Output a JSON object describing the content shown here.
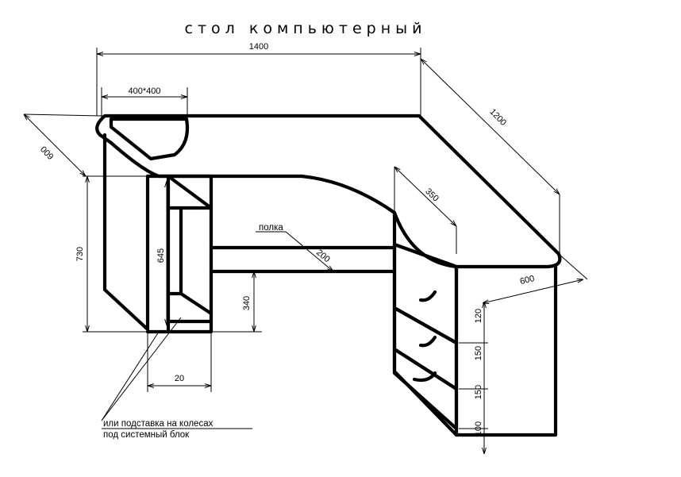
{
  "title": "стол компьютерный",
  "dimensions": {
    "total_width": "1400",
    "depth_right": "1200",
    "depth_left": "600",
    "cutout": "400*400",
    "height": "730",
    "inner_height": "645",
    "shelf_height": "340",
    "drawer_depth": "350",
    "shelf_depth": "200",
    "bottom_gap": "20",
    "pedestal_depth": "600",
    "drawer_1": "120",
    "drawer_2": "150",
    "drawer_3": "150",
    "drawer_bottom": "100"
  },
  "labels": {
    "shelf": "полка",
    "note_line1": "или подставка на колесах",
    "note_line2": "под системный блок"
  }
}
